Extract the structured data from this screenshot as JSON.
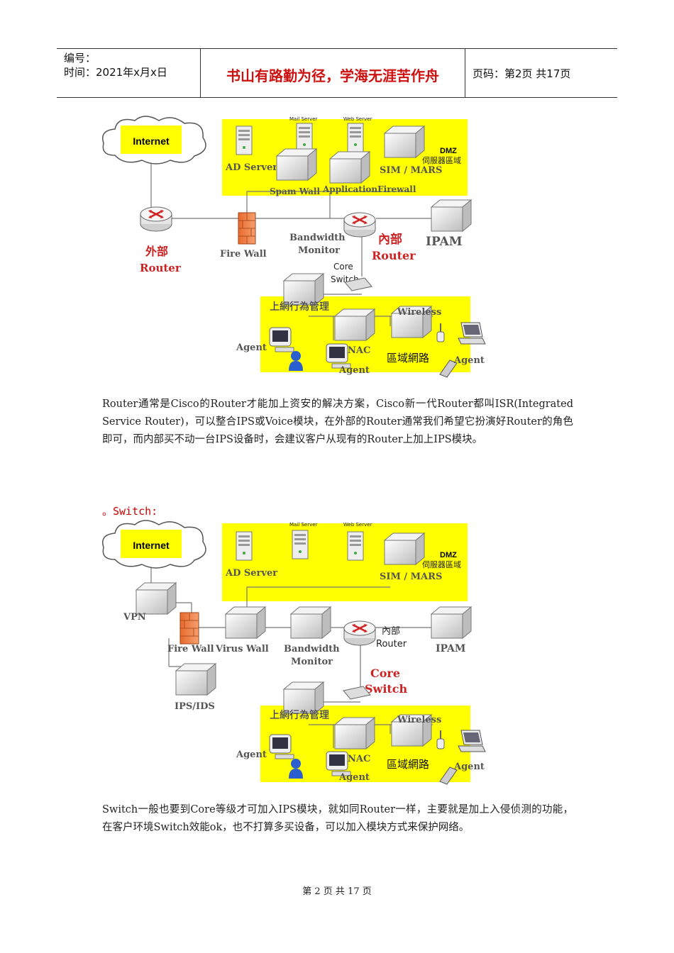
{
  "header": {
    "serial_label": "编号：",
    "time_label": "时间：2021年x月x日",
    "motto": "书山有路勤为径，学海无涯苦作舟",
    "page_label": "页码：第2页  共17页"
  },
  "diagram1": {
    "internet": "Internet",
    "mail_server": "Mail Server",
    "web_server": "Web Server",
    "ad_server": "AD Server",
    "spam_wall": "Spam Wall",
    "app_firewall": "ApplicationFirewall",
    "sim_mars": "SIM / MARS",
    "dmz": "DMZ",
    "dmz_zone": "伺服器區域",
    "ext_router_cn": "外部",
    "ext_router": "Router",
    "firewall": "Fire Wall",
    "bandwidth": "Bandwidth",
    "monitor": "Monitor",
    "int_router_cn": "內部",
    "int_router": "Router",
    "ipam": "IPAM",
    "core": "Core",
    "switch": "Switch",
    "online_mgmt": "上網行為管理",
    "wireless": "Wireless",
    "agent1": "Agent",
    "nac": "NAC",
    "agent2": "Agent",
    "lan": "區域網路",
    "agent3": "Agent"
  },
  "para1": "Router通常是Cisco的Router才能加上资安的解决方案，Cisco新一代Router都叫ISR(Integrated Service Router)，可以整合IPS或Voice模块，在外部的Router通常我们希望它扮演好Router的角色即可，而内部买不动一台IPS设备时，会建议客户从现有的Router上加上IPS模块。",
  "section2": "。Switch:",
  "diagram2": {
    "internet": "Internet",
    "mail_server": "Mail Server",
    "web_server": "Web Server",
    "ad_server": "AD Server",
    "sim_mars": "SIM / MARS",
    "dmz": "DMZ",
    "dmz_zone": "伺服器區域",
    "vpn": "VPN",
    "firewall": "Fire Wall",
    "virus_wall": "Virus Wall",
    "bandwidth": "Bandwidth",
    "monitor": "Monitor",
    "int_router_cn": "內部",
    "int_router": "Router",
    "ipam": "IPAM",
    "ips_ids": "IPS/IDS",
    "core": "Core",
    "switch": "Switch",
    "online_mgmt": "上網行為管理",
    "wireless": "Wireless",
    "agent1": "Agent",
    "nac": "NAC",
    "agent2": "Agent",
    "lan": "區域網路",
    "agent3": "Agent"
  },
  "para2": "Switch一般也要到Core等级才可加入IPS模块，就如同Router一样，主要就是加上入侵侦测的功能，在客户环境Switch效能ok，也不打算多买设备，可以加入模块方式来保护网络。",
  "footer": "第 2 页 共 17 页",
  "colors": {
    "zone": "#ffff00",
    "accent": "#cc1111"
  }
}
